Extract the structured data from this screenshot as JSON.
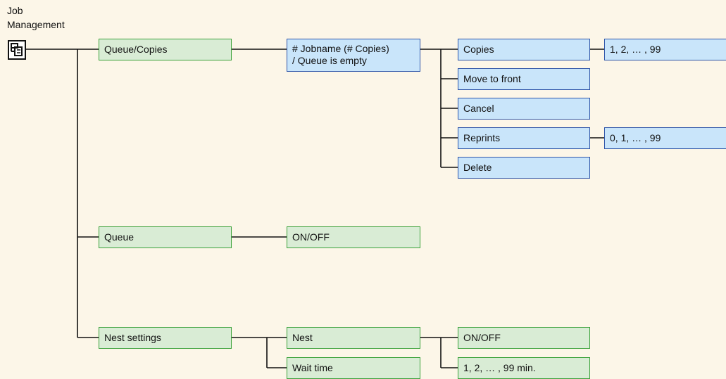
{
  "title": {
    "line1": "Job",
    "line2": "Management"
  },
  "icons": {
    "job_management": "job-queue-icon"
  },
  "colors": {
    "background": "#fcf6e8",
    "green_fill": "#d9ecd5",
    "green_border": "#3aa13a",
    "blue_fill": "#c9e5fa",
    "blue_border": "#2d54a8"
  },
  "nodes": {
    "queue_copies": "Queue/Copies",
    "jobname_line1": "# Jobname (# Copies)",
    "jobname_line2": "/ Queue is empty",
    "copies": "Copies",
    "copies_range": "1, 2, … , 99",
    "move_to_front": "Move to front",
    "cancel": "Cancel",
    "reprints": "Reprints",
    "reprints_range": "0, 1, … , 99",
    "delete": "Delete",
    "queue": "Queue",
    "queue_onoff": "ON/OFF",
    "nest_settings": "Nest settings",
    "nest": "Nest",
    "nest_onoff": "ON/OFF",
    "wait_time": "Wait time",
    "wait_time_range": "1, 2, … , 99 min."
  }
}
